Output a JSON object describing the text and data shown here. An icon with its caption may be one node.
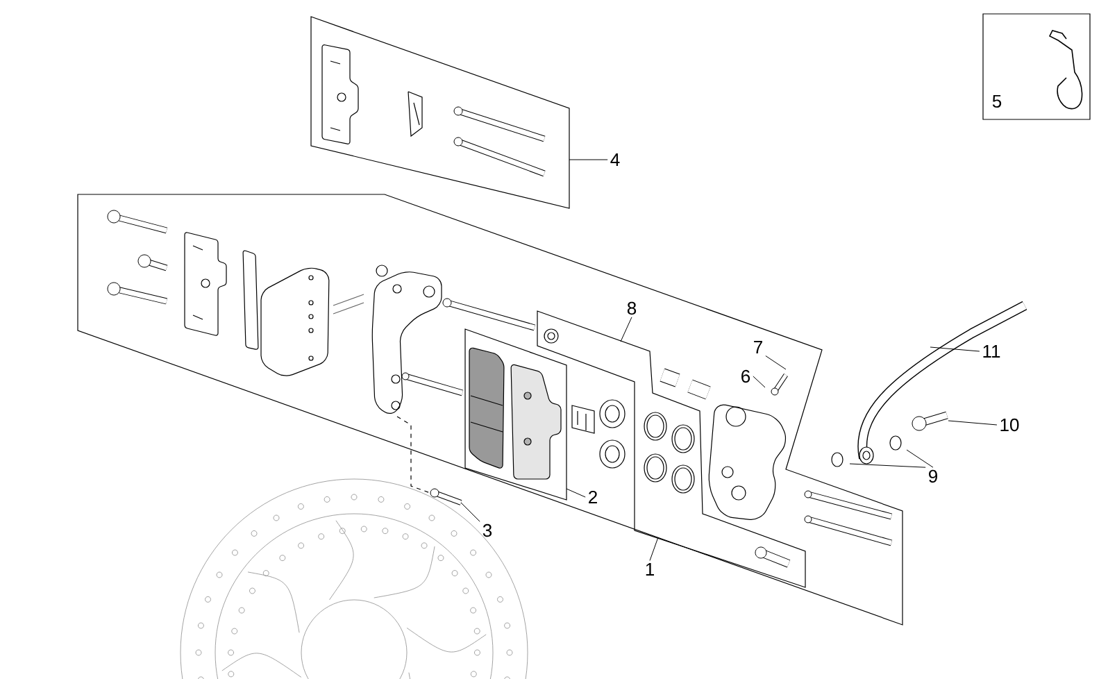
{
  "diagram": {
    "nodes": [
      {
        "text": [],
        "shape": "box"
      },
      {
        "text": [
          "5"
        ]
      },
      {
        "text": [],
        "shape": "box"
      },
      {
        "text": [],
        "shape": "box",
        "in": 2
      },
      {
        "text": [],
        "shape": "box",
        "in": 2
      },
      {
        "text": [
          "4"
        ]
      },
      {
        "text": [
          "8"
        ],
        "in": 2
      },
      {
        "text": [
          "7"
        ],
        "in": 2
      },
      {
        "text": [
          "6"
        ],
        "in": 2
      },
      {
        "text": [
          "11"
        ]
      },
      {
        "text": [
          "10"
        ]
      },
      {
        "text": [
          "2"
        ],
        "in": 2
      },
      {
        "text": [
          "3"
        ]
      },
      {
        "text": [
          "9"
        ]
      },
      {
        "text": [
          "1"
        ]
      }
    ],
    "edges": [
      {
        "from": 5,
        "to": 0,
        "arrow": "none"
      },
      {
        "from": 6,
        "to": 3,
        "arrow": "none"
      },
      {
        "from": 7,
        "to": null,
        "arrow": "none"
      },
      {
        "from": 8,
        "to": null,
        "arrow": "none"
      },
      {
        "from": 9,
        "to": null,
        "arrow": "none"
      },
      {
        "from": 10,
        "to": null,
        "arrow": "none"
      },
      {
        "from": 11,
        "to": 4,
        "arrow": "none"
      },
      {
        "from": 12,
        "to": null,
        "arrow": "none"
      },
      {
        "from": 13,
        "to": null,
        "arrow": "none"
      },
      {
        "from": 13,
        "to": null,
        "arrow": "none"
      },
      {
        "from": 14,
        "to": 2,
        "arrow": "none"
      }
    ]
  }
}
